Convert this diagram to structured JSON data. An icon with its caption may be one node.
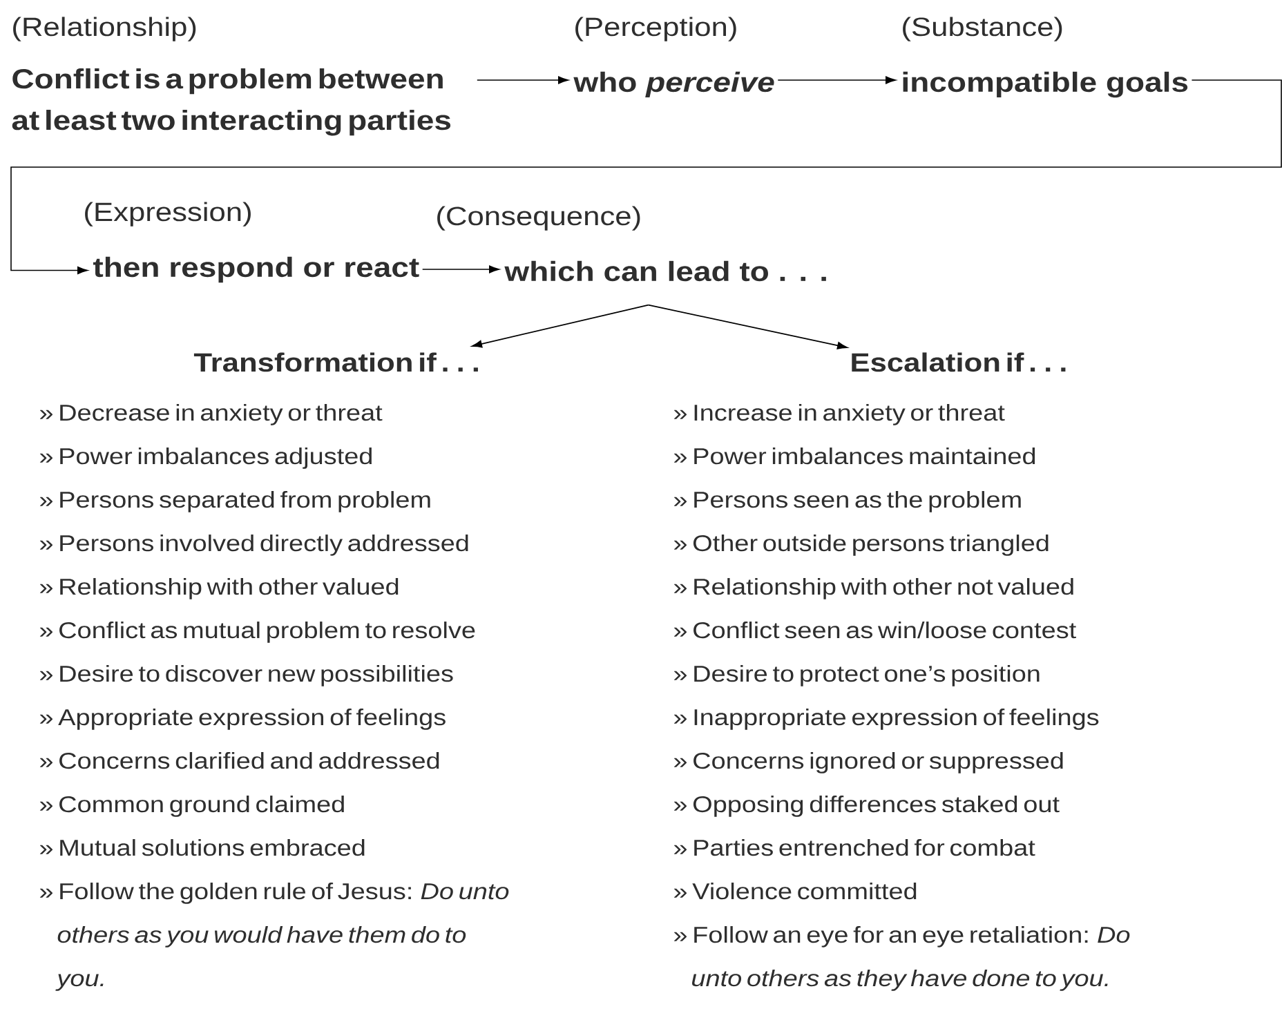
{
  "diagram": {
    "nodes": [
      {
        "text": [
          "(Relationship)",
          "Conflict is a problem between at least two interacting parties"
        ]
      },
      {
        "text": [
          "(Perception)",
          "who *perceive*"
        ]
      },
      {
        "text": [
          "(Substance)",
          "incompatible goals"
        ]
      },
      {
        "text": [
          "(Expression)",
          "then respond or react"
        ]
      },
      {
        "text": [
          "(Consequence)",
          "which can lead to . . ."
        ]
      },
      {
        "text": [
          "Transformation if . . .",
          "» Decrease in anxiety or threat",
          "» Power imbalances adjusted",
          "» Persons separated from problem",
          "» Persons involved directly addressed",
          "» Relationship with other valued",
          "» Conflict as mutual problem to resolve",
          "» Desire to discover new possibilities",
          "» Appropriate expression of feelings",
          "» Concerns clarified and addressed",
          "» Common ground claimed",
          "» Mutual solutions embraced",
          "» Follow the golden rule of Jesus: *Do unto others as you would have them do to you.*"
        ]
      },
      {
        "text": [
          "Escalation if . . .",
          "» Increase in anxiety or threat",
          "» Power imbalances maintained",
          "» Persons seen as the problem",
          "» Other outside persons triangled",
          "» Relationship with other not valued",
          "» Conflict seen as win/loose contest",
          "» Desire to protect one’s position",
          "» Inappropriate expression of feelings",
          "» Concerns ignored or suppressed",
          "» Opposing differences staked out",
          "» Parties entrenched for combat",
          "» Violence committed",
          "» Follow an eye for an eye retaliation: *Do unto others as they have done to you.*"
        ]
      }
    ],
    "edges": [
      {
        "from": 0,
        "to": 1,
        "arrow": "to"
      },
      {
        "from": 1,
        "to": 2,
        "arrow": "to"
      },
      {
        "from": 2,
        "to": 3,
        "arrow": "to"
      },
      {
        "from": 3,
        "to": 4,
        "arrow": "to"
      },
      {
        "from": 4,
        "to": 5,
        "arrow": "to"
      },
      {
        "from": 4,
        "to": 6,
        "arrow": "to"
      }
    ]
  }
}
